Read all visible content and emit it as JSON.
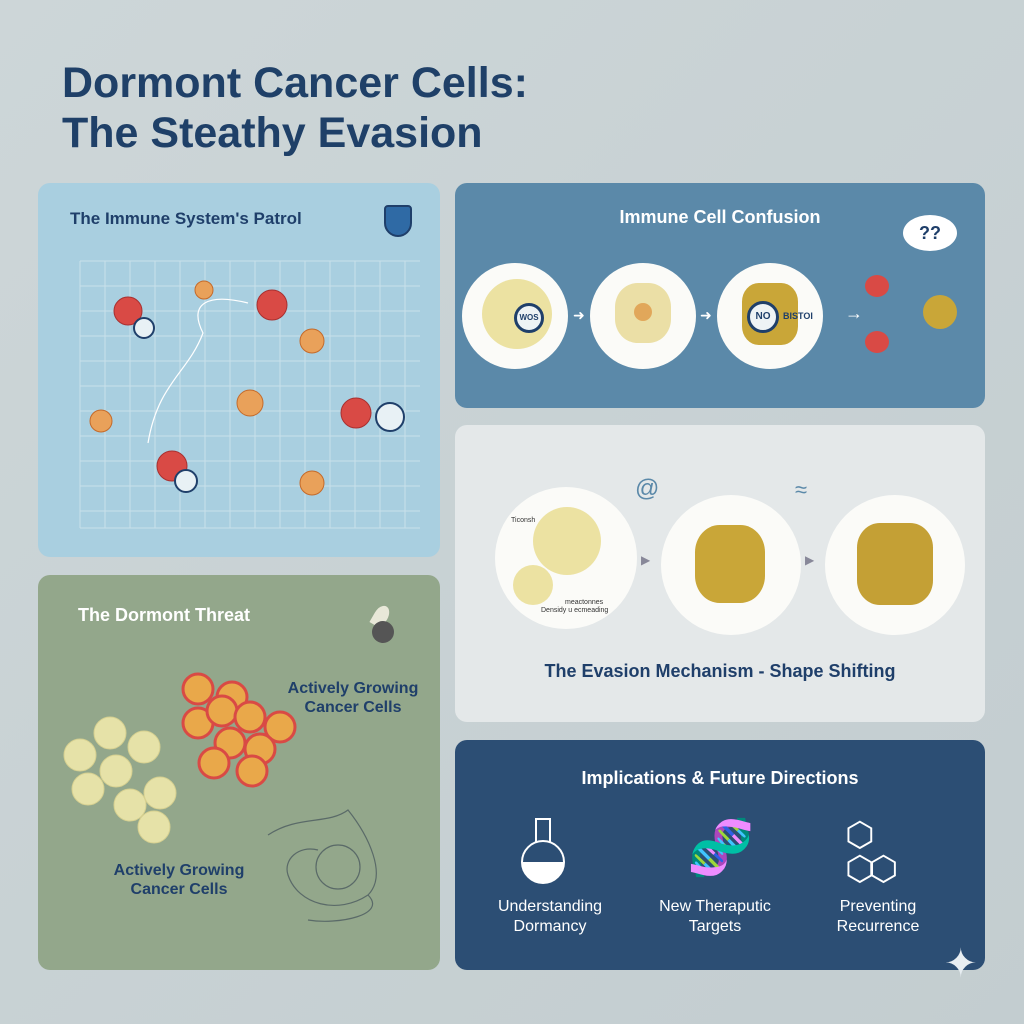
{
  "title": {
    "line1": "Dormont Cancer Cells:",
    "line2": "The Steathy Evasion"
  },
  "patrol": {
    "title": "The Immune System's Patrol",
    "icon": "shield-icon"
  },
  "confusion": {
    "title": "Immune Cell Confusion",
    "magnifier1_text": "WOS",
    "magnifier2_text": "NO",
    "magnifier2_trail": "BISTOI",
    "thought_bubble": "??"
  },
  "evasion": {
    "title": "The Evasion Mechanism - Shape Shifting",
    "label_top": "Ticonsh",
    "label_bottom1": "meactonnes",
    "label_bottom2": "Densidy u ecmeading"
  },
  "dormant": {
    "title": "The Dormont Threat",
    "label_active_top": "Actively Growing\nCancer Cells",
    "label_active_bottom": "Actively Growing\nCancer Cells"
  },
  "implications": {
    "title": "Implications & Future Directions",
    "items": [
      {
        "label": "Understanding\nDormancy",
        "icon": "flask-icon"
      },
      {
        "label": "New Theraputic\nTargets",
        "icon": "dna-icon"
      },
      {
        "label": "Preventing\nRecurrence",
        "icon": "hexagon-icon"
      }
    ]
  },
  "colors": {
    "title": "#1f4068",
    "panel1": "#a9cfe0",
    "panel2": "#5b89a9",
    "panel3": "#e4e8e9",
    "panel4": "#93a78b",
    "panel5": "#2c4e74",
    "cancer_red": "#d94a45",
    "dormant_yellow": "#e6e2a8"
  }
}
